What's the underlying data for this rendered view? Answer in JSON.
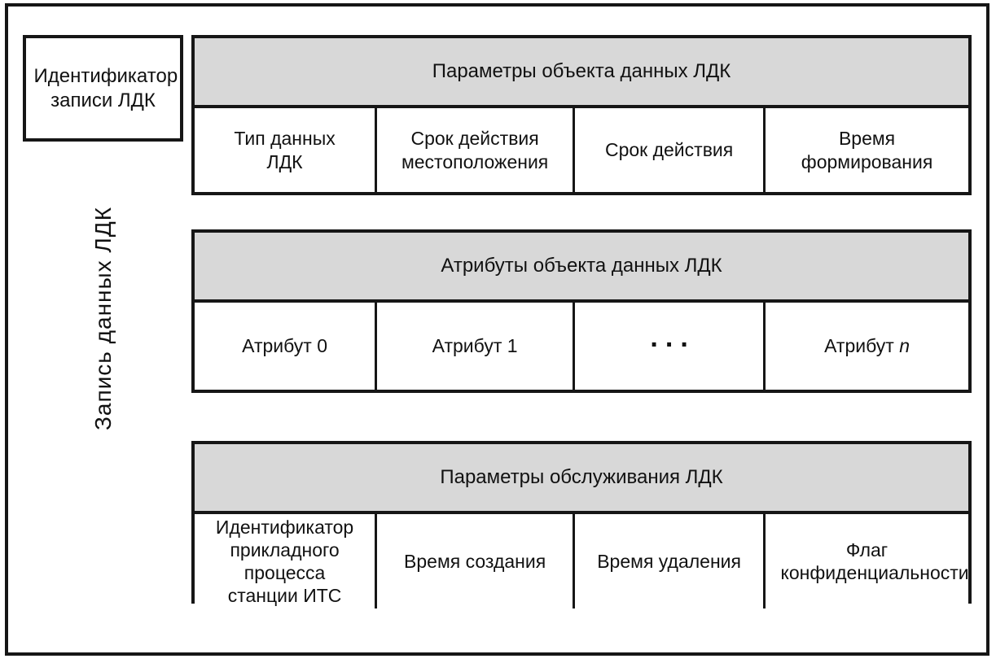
{
  "figure": {
    "side_label": "Запись данных ЛДК",
    "id_box_label": "Идентификатор записи ЛДК",
    "tables": [
      {
        "header": "Параметры объекта данных ЛДК",
        "cells": [
          "Тип данных ЛДК",
          "Срок действия местоположения",
          "Срок действия",
          "Время формирования"
        ]
      },
      {
        "header": "Атрибуты объекта данных ЛДК",
        "cells": [
          "Атрибут 0",
          "Атрибут 1",
          "..."
        ],
        "nth_cell": {
          "prefix": "Атрибут",
          "variable": "n"
        }
      },
      {
        "header": "Параметры обслуживания ЛДК",
        "cells": [
          "Идентификатор прикладного процесса станции ИТС",
          "Время создания",
          "Время удаления",
          "Флаг конфиденциальности"
        ]
      }
    ],
    "colors": {
      "header_bg": "#d8d8d8",
      "line": "#161616",
      "page_bg": "#ffffff"
    }
  }
}
